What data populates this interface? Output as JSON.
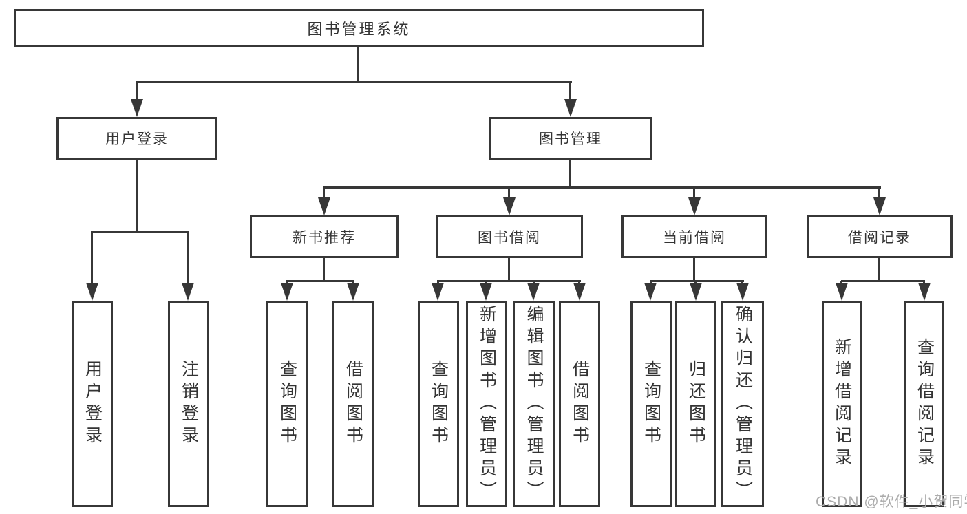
{
  "tree": {
    "root": {
      "label": "图书管理系统",
      "children": [
        {
          "label": "用户登录",
          "children": [
            {
              "label": "用户登录"
            },
            {
              "label": "注销登录"
            }
          ]
        },
        {
          "label": "图书管理",
          "children": [
            {
              "label": "新书推荐",
              "children": [
                {
                  "label": "查询图书"
                },
                {
                  "label": "借阅图书"
                }
              ]
            },
            {
              "label": "图书借阅",
              "children": [
                {
                  "label": "查询图书"
                },
                {
                  "label": "新增图书（管理员）"
                },
                {
                  "label": "编辑图书（管理员）"
                },
                {
                  "label": "借阅图书"
                }
              ]
            },
            {
              "label": "当前借阅",
              "children": [
                {
                  "label": "查询图书"
                },
                {
                  "label": "归还图书"
                },
                {
                  "label": "确认归还（管理员）"
                }
              ]
            },
            {
              "label": "借阅记录",
              "children": [
                {
                  "label": "新增借阅记录"
                },
                {
                  "label": "查询借阅记录"
                }
              ]
            }
          ]
        }
      ]
    }
  },
  "watermark": {
    "text": "CSDN @软件_小贺同学"
  },
  "colors": {
    "line": "#373737",
    "box_border": "#373737",
    "text": "#333333",
    "watermark": "#ababab",
    "background": "#ffffff"
  }
}
